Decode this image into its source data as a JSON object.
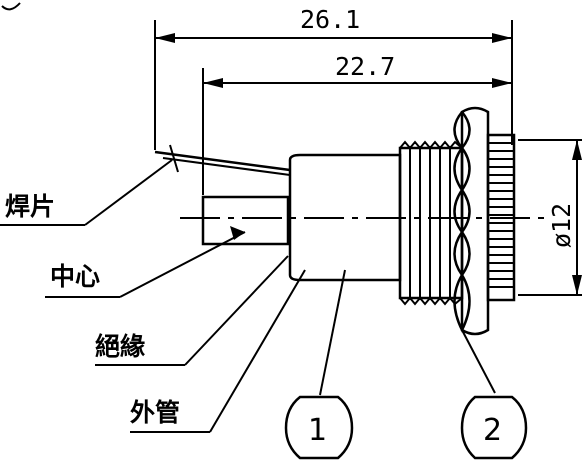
{
  "dimensions": {
    "overall_length": "26.1",
    "body_length": "22.7",
    "diameter": "ø12"
  },
  "labels": {
    "solder_tab": "焊片",
    "center": "中心",
    "insulation": "絕緣",
    "outer_tube": "外管"
  },
  "part_numbers": {
    "part_1": "1",
    "part_2": "2"
  }
}
